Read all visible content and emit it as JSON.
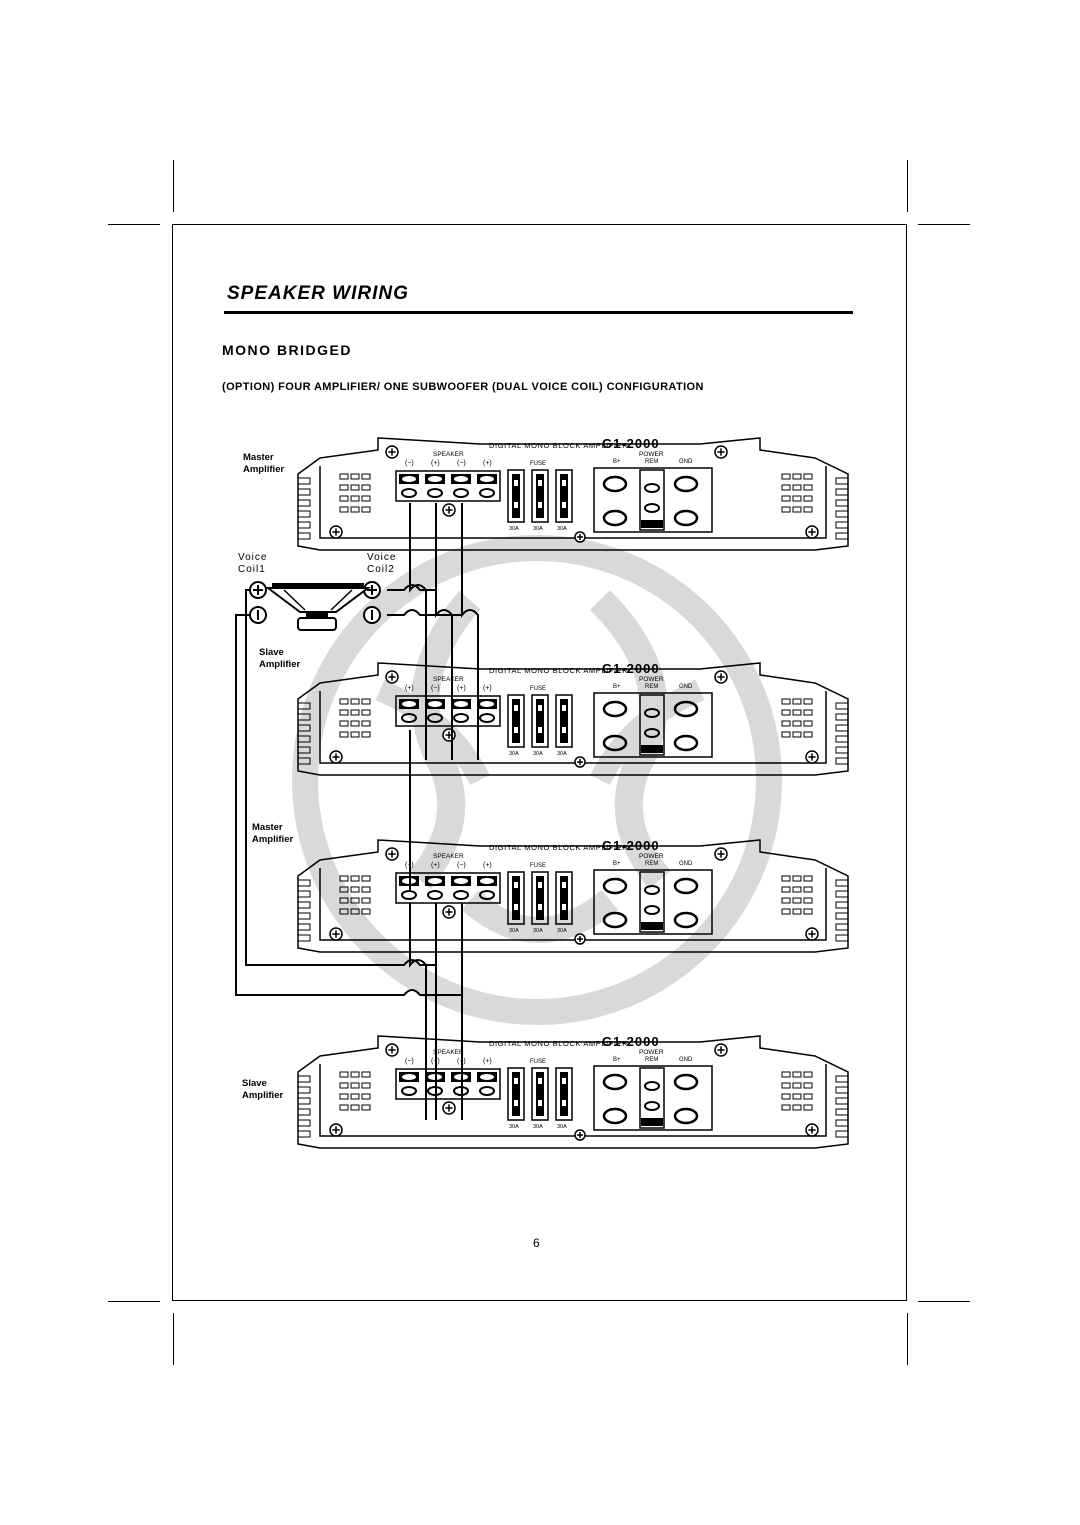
{
  "page": {
    "title": "SPEAKER WIRING",
    "subtitle": "MONO BRIDGED",
    "configuration": "(OPTION) FOUR AMPLIFIER/ ONE SUBWOOFER (DUAL VOICE COIL) CONFIGURATION",
    "page_number": "6"
  },
  "voice_coils": {
    "coil1": {
      "line1": "Voice",
      "line2": "Coil1"
    },
    "coil2": {
      "line1": "Voice",
      "line2": "Coil2"
    }
  },
  "amplifiers": [
    {
      "role_line1": "Master",
      "role_line2": "Amplifier",
      "terminals": [
        "(−)",
        "(+)",
        "(−)",
        "(+)"
      ]
    },
    {
      "role_line1": "Slave",
      "role_line2": "Amplifier",
      "terminals": [
        "(+)",
        "(−)",
        "(+)",
        "(+)"
      ]
    },
    {
      "role_line1": "Master",
      "role_line2": "Amplifier",
      "terminals": [
        "(−)",
        "(+)",
        "(−)",
        "(+)"
      ]
    },
    {
      "role_line1": "Slave",
      "role_line2": "Amplifier",
      "terminals": [
        "(−)",
        "(+)",
        "(−)",
        "(+)"
      ]
    }
  ],
  "amp_panel": {
    "brand_text": "DIGITAL MONO BLOCK AMPLIFIER",
    "model": "G1-2000",
    "speaker_label": "SPEAKER",
    "fuse_label": "FUSE",
    "fuse_ratings": [
      "30A",
      "30A",
      "30A"
    ],
    "power_label": "POWER",
    "power_terminals": [
      "B+",
      "REM",
      "GND"
    ]
  },
  "colors": {
    "ink": "#000000",
    "watermark": "#d9d9d9"
  }
}
